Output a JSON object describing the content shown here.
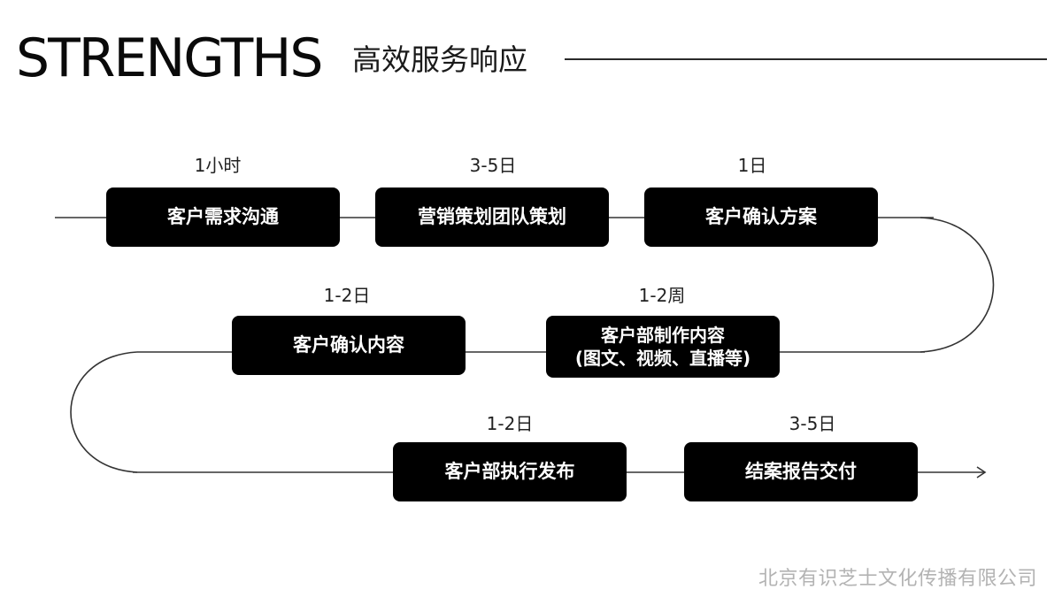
{
  "header": {
    "title_en": "STRENGTHS",
    "title_zh": "高效服务响应"
  },
  "steps": [
    {
      "label": "客户需求沟通",
      "duration": "1小时"
    },
    {
      "label": "营销策划团队策划",
      "duration": "3-5日"
    },
    {
      "label": "客户确认方案",
      "duration": "1日"
    },
    {
      "label_line1": "客户部制作内容",
      "label_line2": "(图文、视频、直播等)",
      "duration": "1-2周"
    },
    {
      "label": "客户确认内容",
      "duration": "1-2日"
    },
    {
      "label": "客户部执行发布",
      "duration": "1-2日"
    },
    {
      "label": "结案报告交付",
      "duration": "3-5日"
    }
  ],
  "footer": {
    "company": "北京有识芝士文化传播有限公司"
  }
}
